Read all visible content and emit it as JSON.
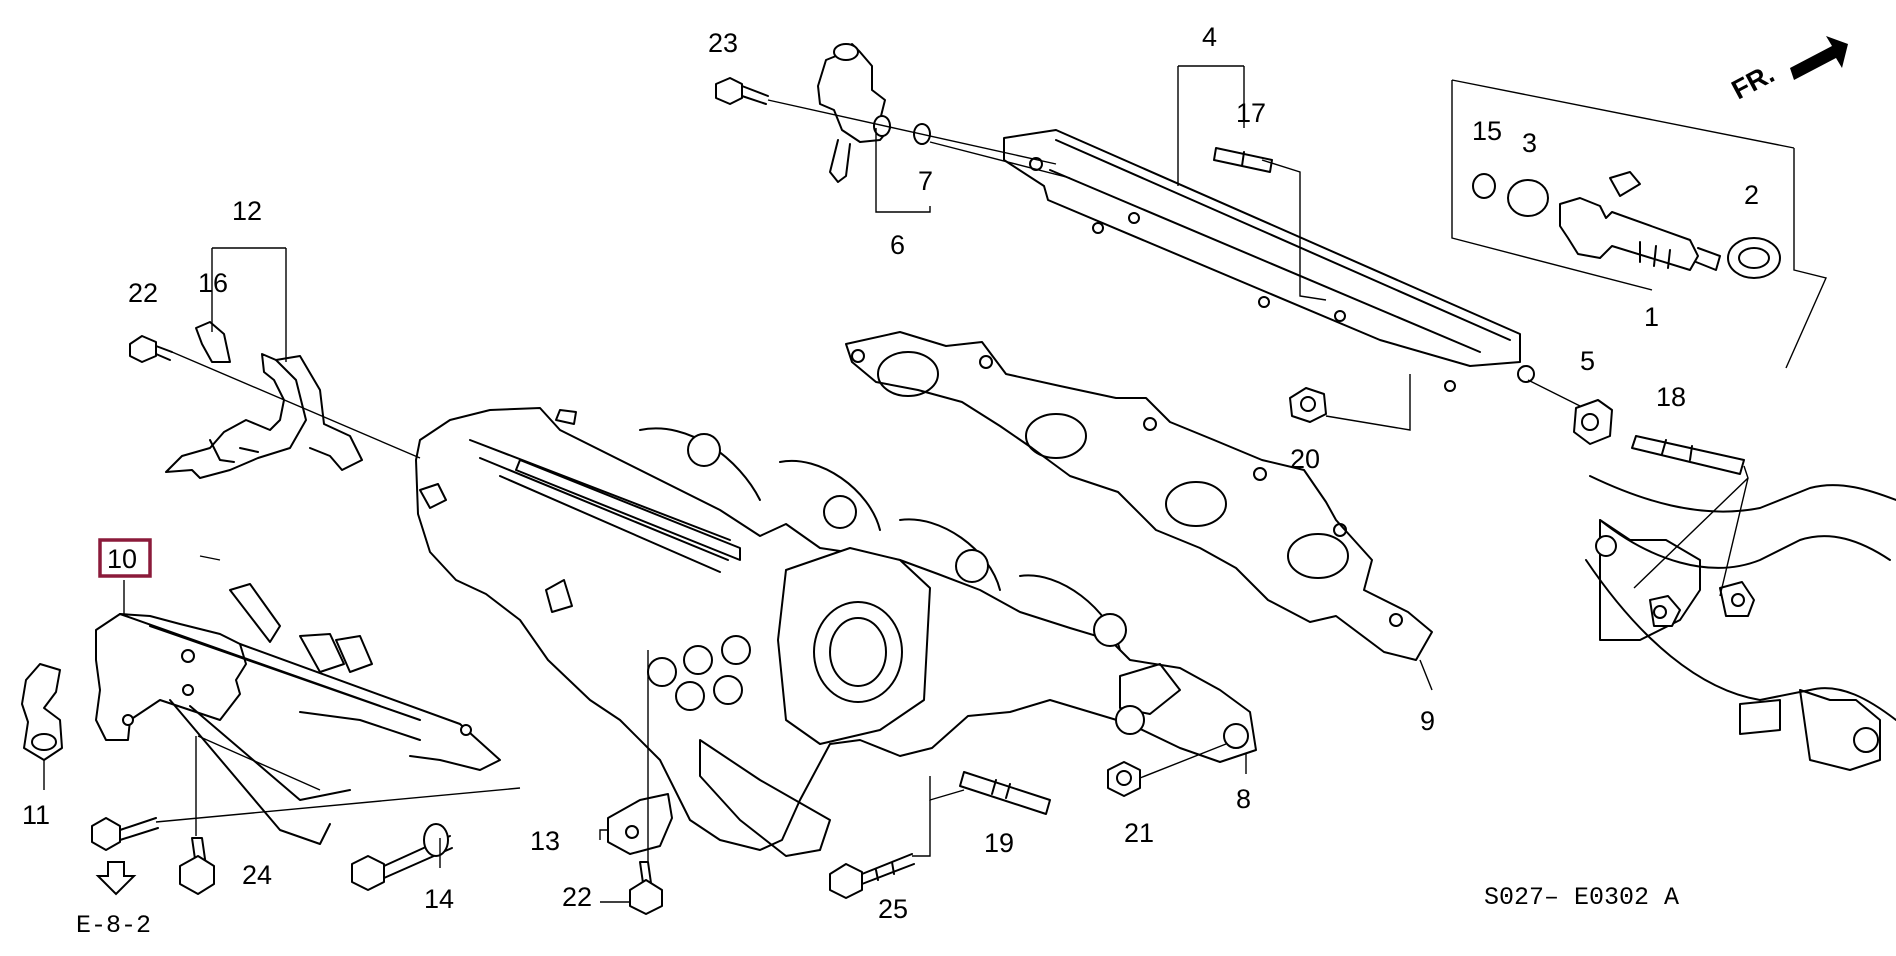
{
  "diagram": {
    "part_numbers": {
      "p1": "1",
      "p2": "2",
      "p3": "3",
      "p4": "4",
      "p5": "5",
      "p6": "6",
      "p7": "7",
      "p8": "8",
      "p9": "9",
      "p10": "10",
      "p11": "11",
      "p12": "12",
      "p13": "13",
      "p14": "14",
      "p15": "15",
      "p16": "16",
      "p17": "17",
      "p18": "18",
      "p19": "19",
      "p20": "20",
      "p21": "21",
      "p22a": "22",
      "p22b": "22",
      "p23": "23",
      "p24": "24",
      "p25": "25"
    },
    "highlighted_part": "10",
    "highlight_color": "#8b1a3a",
    "direction_marker": "FR.",
    "reference": "E-8-2",
    "drawing_code": "S027– E0302 A"
  }
}
